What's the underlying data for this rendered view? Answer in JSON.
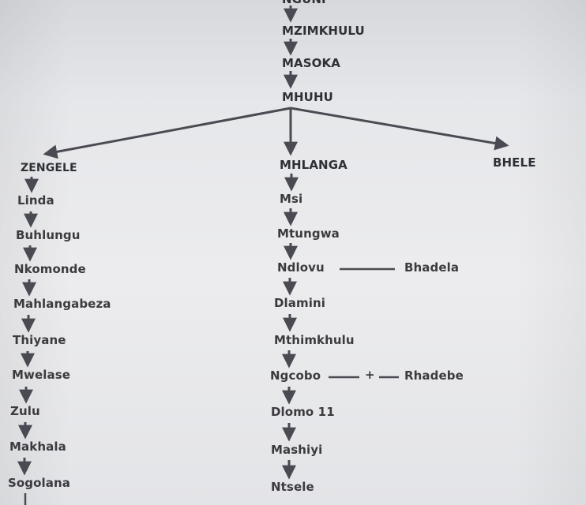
{
  "top_chain": [
    "NGUNI",
    "MZIMKHULU",
    "MASOKA",
    "MHUHU"
  ],
  "branches": {
    "left_head": "ZENGELE",
    "center_head": "MHLANGA",
    "right_head": "BHELE"
  },
  "left_chain": [
    "Linda",
    "Buhlungu",
    "Nkomonde",
    "Mahlangabeza",
    "Thiyane",
    "Mwelase",
    "Zulu",
    "Makhala",
    "Sogolana"
  ],
  "center_chain": [
    "Msi",
    "Mtungwa",
    "Ndlovu",
    "Dlamini",
    "Mthimkhulu",
    "Ngcobo",
    "Dlomo 11",
    "Mashiyi",
    "Ntsele"
  ],
  "side_links": {
    "ndlovu_partner": "Bhadela",
    "ngcobo_partner": "Rhadebe",
    "ngcobo_joiner": "+"
  },
  "colors": {
    "line": "#4a4b52",
    "text": "#3b3b3f"
  }
}
